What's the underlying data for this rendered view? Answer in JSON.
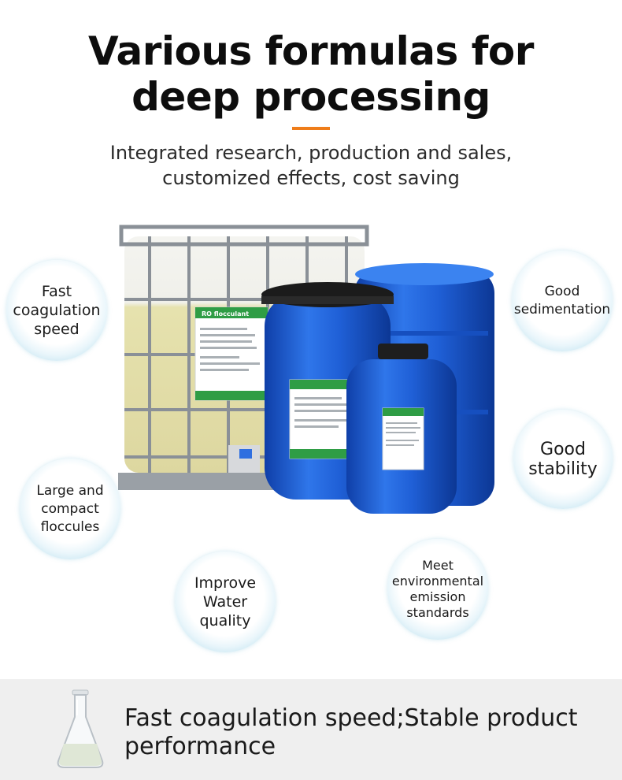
{
  "header": {
    "title_line1": "Various formulas for",
    "title_line2": "deep processing",
    "subtitle_line1": "Integrated research, production and sales,",
    "subtitle_line2": "customized effects, cost saving"
  },
  "features": [
    {
      "line1": "Fast",
      "line2": "coagulation",
      "line3": "speed"
    },
    {
      "line1": "Good",
      "line2": "sedimentation"
    },
    {
      "line1": "Good",
      "line2": "stability"
    },
    {
      "line1": "Large and",
      "line2": "compact",
      "line3": "floccules"
    },
    {
      "line1": "Improve",
      "line2": "Water",
      "line3": "quality"
    },
    {
      "line1": "Meet",
      "line2": "environmental",
      "line3": "emission",
      "line4": "standards"
    }
  ],
  "product": {
    "label": "RO flocculant"
  },
  "footer": {
    "tagline_line1": "Fast coagulation speed;Stable product",
    "tagline_line2": "performance"
  },
  "colors": {
    "accent": "#ef7d1a",
    "drum_blue": "#1f5fd6",
    "ibc_liquid": "#e8e6b4",
    "label_green": "#2f9d45",
    "band_gray": "#efefef"
  },
  "icons": [
    "flask-icon"
  ]
}
